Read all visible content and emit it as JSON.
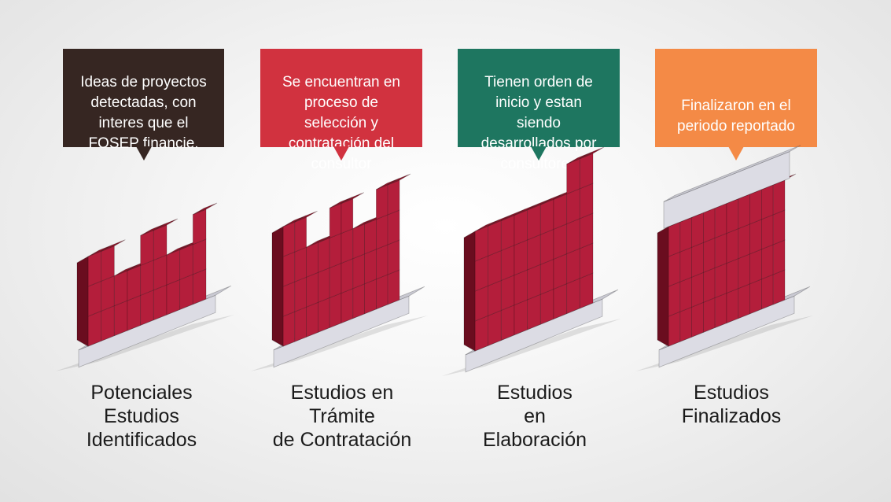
{
  "stages": [
    {
      "callout_text": "Ideas de proyectos\ndetectadas, con\ninteres que el\nFOSEP financie.",
      "callout_color": "#362622",
      "label": "Potenciales\nEstudios\nIdentificados"
    },
    {
      "callout_text": "Se encuentran en\nproceso de\nselección y\ncontratación del\nconsultor",
      "callout_color": "#d1323f",
      "label": "Estudios en\nTrámite\nde Contratación"
    },
    {
      "callout_text": "Tienen orden de\ninicio y estan\nsiendo\ndesarrollados por\nconsultores",
      "callout_color": "#1e7660",
      "label": "Estudios\nen\nElaboración"
    },
    {
      "callout_text": "Finalizaron en el\nperiodo reportado",
      "callout_color": "#f48a46",
      "label": "Estudios\nFinalizados"
    }
  ],
  "colors": {
    "brick_front": "#b41e3b",
    "brick_side": "#6a0d1f",
    "brick_top": "#8a1428",
    "base_front": "#dcdce4",
    "base_top": "#c9c9d2"
  }
}
